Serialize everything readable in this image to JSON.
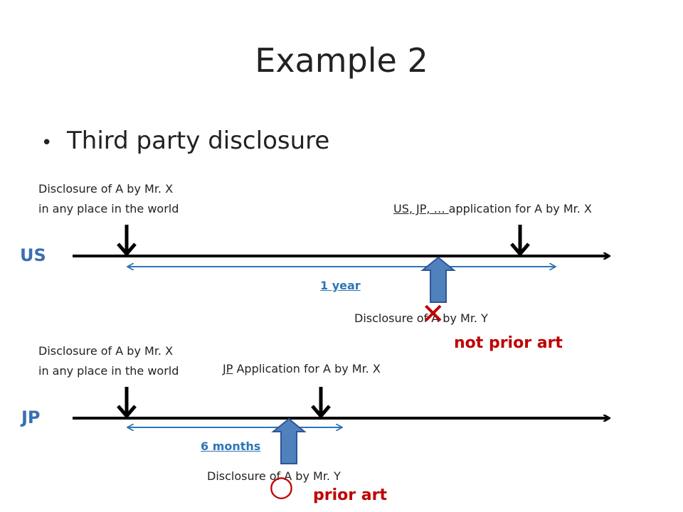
{
  "slide": {
    "title": "Example 2",
    "bullet": "Third party disclosure"
  },
  "us": {
    "region": "US",
    "disclosure_x_line1": "Disclosure of A by Mr. X",
    "disclosure_x_line2": "in any place in the world",
    "application_underlined": "US, JP, … ",
    "application_rest": "application for A by Mr. X",
    "grace_period": "1 year",
    "disclosure_y": "Disclosure of A by Mr. Y",
    "verdict_symbol": "✕",
    "verdict": "not prior art"
  },
  "jp": {
    "region": "JP",
    "disclosure_x_line1": "Disclosure of A by Mr. X",
    "disclosure_x_line2": "in any place in the world",
    "application_underlined": "JP",
    "application_rest": " Application for A by Mr. X",
    "grace_period": "6 months",
    "disclosure_y": "Disclosure of A by Mr. Y",
    "verdict_symbol": "○",
    "verdict": "prior art"
  },
  "colors": {
    "timeline": "#000000",
    "span_arrow": "#2e75b6",
    "disclosure_arrow_fill": "#4f81bd",
    "disclosure_arrow_stroke": "#2f5597",
    "verdict": "#c00000",
    "region_label": "#3a6fb0"
  }
}
